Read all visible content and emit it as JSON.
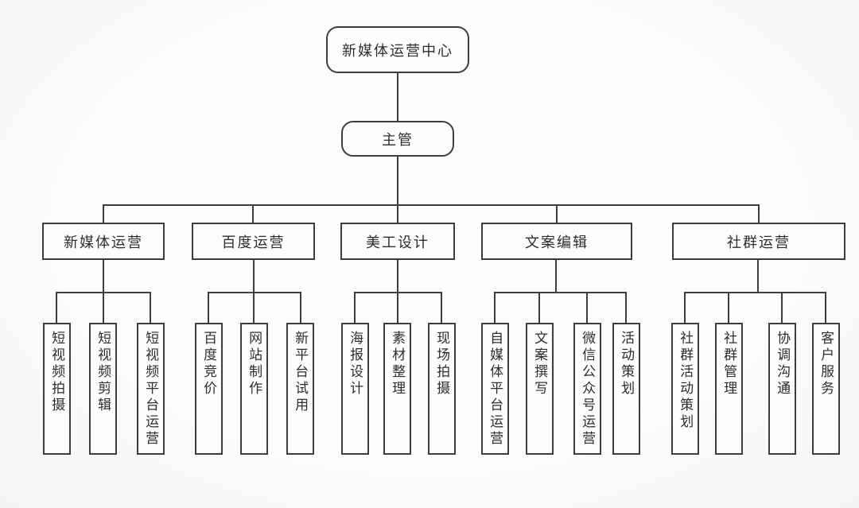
{
  "tree": {
    "root": {
      "label": "新媒体运营中心"
    },
    "supervisor": {
      "label": "主管"
    },
    "branches": [
      {
        "label": "新媒体运营",
        "children": [
          {
            "label": "短视频拍摄"
          },
          {
            "label": "短视频剪辑"
          },
          {
            "label": "短视频平台运营"
          }
        ]
      },
      {
        "label": "百度运营",
        "children": [
          {
            "label": "百度竞价"
          },
          {
            "label": "网站制作"
          },
          {
            "label": "新平台试用"
          }
        ]
      },
      {
        "label": "美工设计",
        "children": [
          {
            "label": "海报设计"
          },
          {
            "label": "素材整理"
          },
          {
            "label": "现场拍摄"
          }
        ]
      },
      {
        "label": "文案编辑",
        "children": [
          {
            "label": "自媒体平台运营"
          },
          {
            "label": "文案撰写"
          },
          {
            "label": "微信公众号运营"
          },
          {
            "label": "活动策划"
          }
        ]
      },
      {
        "label": "社群运营",
        "children": [
          {
            "label": "社群活动策划"
          },
          {
            "label": "社群管理"
          },
          {
            "label": "协调沟通"
          },
          {
            "label": "客户服务"
          }
        ]
      }
    ],
    "colors": {
      "line": "#3d3d3d",
      "text": "#2d2d2d",
      "box_background": "#fdfdfd",
      "page_background": "#fafafa"
    }
  }
}
